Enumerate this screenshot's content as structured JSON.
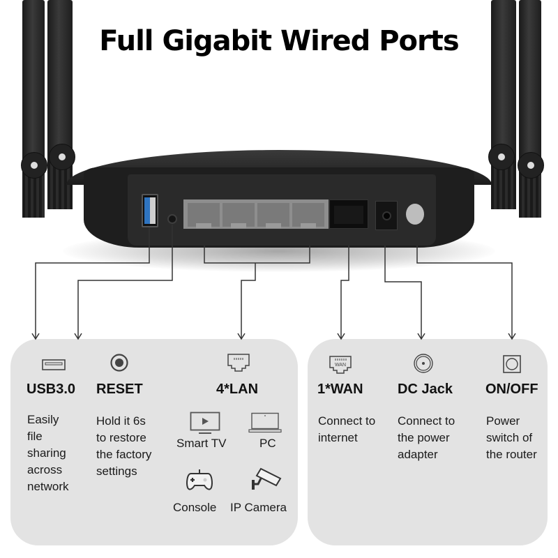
{
  "title": "Full Gigabit Wired Ports",
  "colors": {
    "card_background": "#e3e3e3",
    "usb_accent": "#2f74c0",
    "router_body": "#1e1e1e",
    "text": "#111111"
  },
  "ports": [
    {
      "id": "usb",
      "icon": "usb-port-icon",
      "label": "USB3.0",
      "description": [
        "Easily",
        "file",
        "sharing",
        "across",
        "network"
      ]
    },
    {
      "id": "reset",
      "icon": "reset-button-icon",
      "label": "RESET",
      "description": [
        "Hold it 6s",
        "to restore",
        "the factory",
        "settings"
      ]
    },
    {
      "id": "lan",
      "icon": "ethernet-port-icon",
      "label": "4*LAN",
      "devices": [
        {
          "icon": "smart-tv-icon",
          "label": "Smart TV"
        },
        {
          "icon": "laptop-icon",
          "label": "PC"
        },
        {
          "icon": "gamepad-icon",
          "label": "Console"
        },
        {
          "icon": "security-camera-icon",
          "label": "IP Camera"
        }
      ]
    },
    {
      "id": "wan",
      "icon": "wan-port-icon",
      "icon_text": "WAN",
      "label": "1*WAN",
      "description": [
        "Connect to",
        "internet"
      ]
    },
    {
      "id": "dc",
      "icon": "dc-jack-icon",
      "label": "DC Jack",
      "description": [
        "Connect to",
        "the power",
        "adapter"
      ]
    },
    {
      "id": "power",
      "icon": "power-switch-icon",
      "label": "ON/OFF",
      "description": [
        "Power",
        "switch of",
        "the router"
      ]
    }
  ]
}
